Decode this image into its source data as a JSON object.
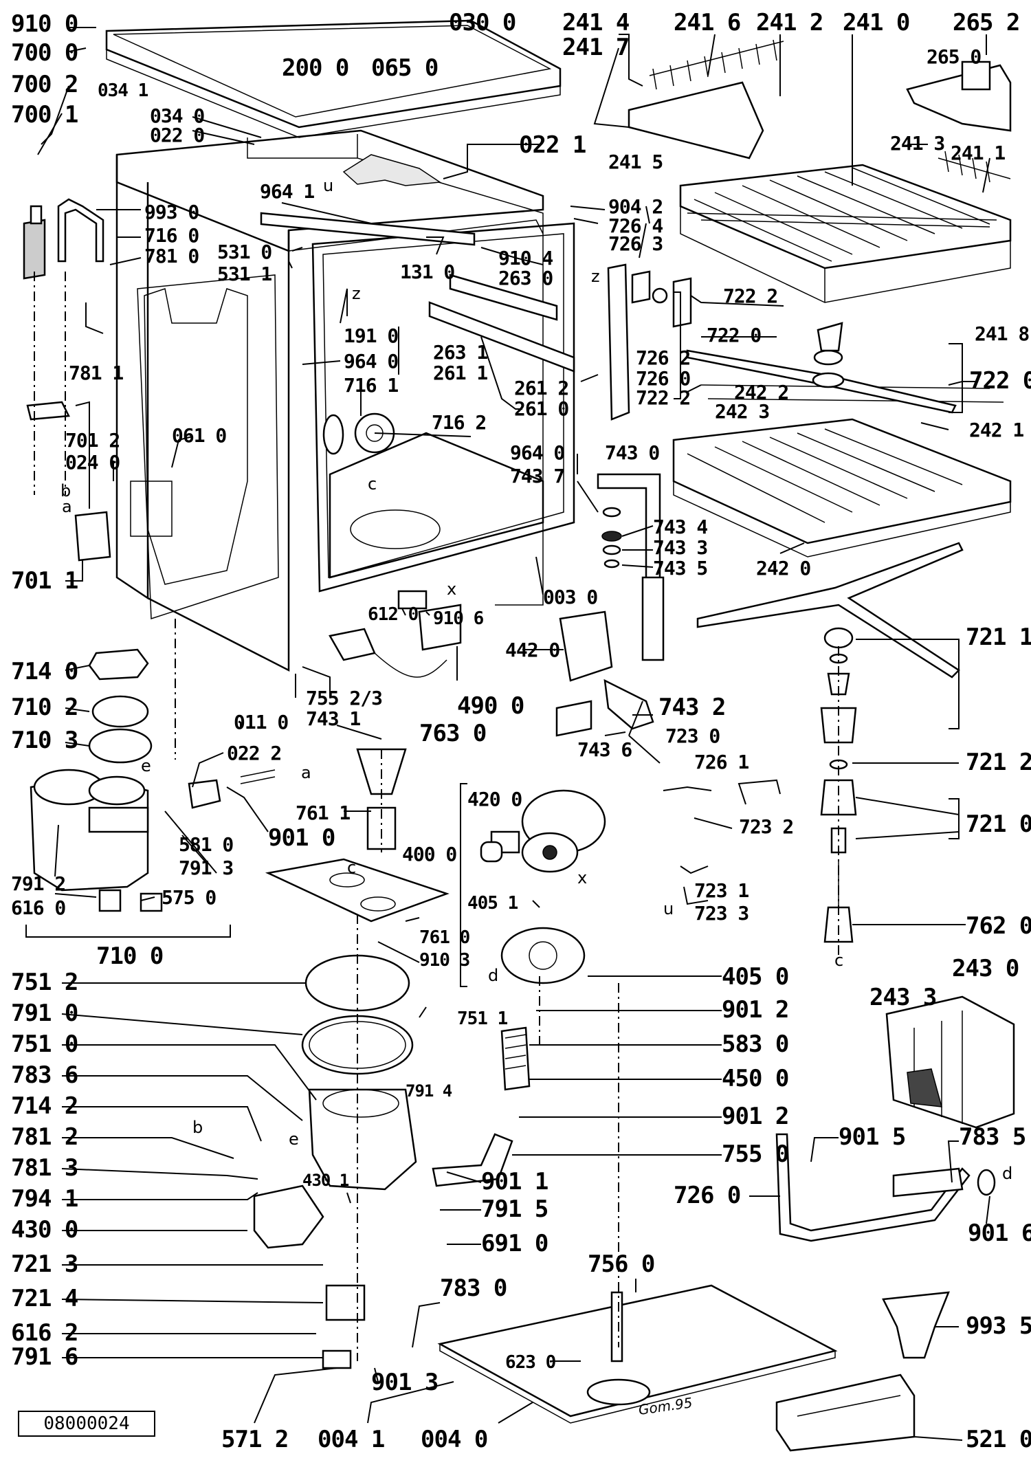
{
  "document_number": "08000024",
  "signature": "Gom.95",
  "small_letters": [
    "a",
    "b",
    "c",
    "d",
    "e",
    "u",
    "x",
    "z"
  ],
  "callouts": {
    "c910_0": "910 0",
    "c700_0": "700 0",
    "c034_1": "034 1",
    "c030_0": "030 0",
    "c200_0": "200 0",
    "c065_0": "065 0",
    "c700_2": "700 2",
    "c700_1": "700 1",
    "c034_0": "034 0",
    "c022_0": "022 0",
    "c022_1": "022 1",
    "c241_4": "241 4",
    "c241_7": "241 7",
    "c241_6": "241 6",
    "c241_2": "241 2",
    "c241_0": "241 0",
    "c265_2": "265 2",
    "c265_0": "265 0",
    "c993_0": "993 0",
    "c716_0": "716 0",
    "c781_0": "781 0",
    "c964_1": "964 1",
    "c531_0": "531 0",
    "c531_1": "531 1",
    "c131_0": "131 0",
    "c910_4": "910 4",
    "c263_0": "263 0",
    "c241_5": "241 5",
    "c904_2": "904 2",
    "c726_4": "726 4",
    "c726_3": "726 3",
    "c241_3": "241 3",
    "c241_1": "241 1",
    "c781_1": "781 1",
    "c191_0": "191 0",
    "c964_0a": "964 0",
    "c716_1": "716 1",
    "c263_1": "263 1",
    "c261_1": "261 1",
    "c261_2": "261 2",
    "c261_0": "261 0",
    "c722_2a": "722 2",
    "c722_0a": "722 0",
    "c241_8": "241 8",
    "c726_2": "726 2",
    "c726_0a": "726 0",
    "c722_2b": "722 2",
    "c722_0b": "722 0",
    "c242_2": "242 2",
    "c242_3": "242 3",
    "c242_1": "242 1",
    "c701_2": "701 2",
    "c024_0": "024 0",
    "c061_0": "061 0",
    "c716_2": "716 2",
    "c964_0b": "964 0",
    "c743_0": "743 0",
    "c743_7": "743 7",
    "c743_4": "743 4",
    "c743_3": "743 3",
    "c743_5": "743 5",
    "c242_0": "242 0",
    "c701_1": "701 1",
    "c003_0": "003 0",
    "c612_0": "612 0",
    "c910_6": "910 6",
    "c721_1": "721 1",
    "c714_0": "714 0",
    "c442_0": "442 0",
    "c710_2": "710 2",
    "c755_23": "755 2/3",
    "c743_1": "743 1",
    "c490_0": "490 0",
    "c011_0": "011 0",
    "c743_2": "743 2",
    "c710_3": "710 3",
    "c022_2": "022 2",
    "c763_0": "763 0",
    "c743_6": "743 6",
    "c723_0": "723 0",
    "c726_1": "726 1",
    "c721_2": "721 2",
    "c420_0": "420 0",
    "c761_1": "761 1",
    "c901_0": "901 0",
    "c400_0": "400 0",
    "c723_2": "723 2",
    "c721_0": "721 0",
    "c581_0": "581 0",
    "c791_3": "791 3",
    "c791_2": "791 2",
    "c616_0": "616 0",
    "c575_0": "575 0",
    "c405_1": "405 1",
    "c723_1": "723 1",
    "c723_3": "723 3",
    "c762_0": "762 0",
    "c710_0": "710 0",
    "c761_0": "761 0",
    "c910_3": "910 3",
    "c243_0": "243 0",
    "c243_3": "243 3",
    "c405_0": "405 0",
    "c751_2": "751 2",
    "c901_2a": "901 2",
    "c791_0": "791 0",
    "c751_1": "751 1",
    "c583_0": "583 0",
    "c751_0": "751 0",
    "c450_0": "450 0",
    "c783_6": "783 6",
    "c714_2": "714 2",
    "c791_4": "791 4",
    "c901_2b": "901 2",
    "c781_2": "781 2",
    "c901_5": "901 5",
    "c783_5": "783 5",
    "c755_0": "755 0",
    "c781_3": "781 3",
    "c430_1": "430 1",
    "c901_1": "901 1",
    "c726_0b": "726 0",
    "c794_1": "794 1",
    "c791_5": "791 5",
    "c901_6": "901 6",
    "c430_0": "430 0",
    "c691_0": "691 0",
    "c721_3": "721 3",
    "c756_0": "756 0",
    "c721_4": "721 4",
    "c783_0": "783 0",
    "c993_5": "993 5",
    "c616_2": "616 2",
    "c623_0": "623 0",
    "c791_6": "791 6",
    "c901_3": "901 3",
    "c571_2": "571 2",
    "c004_1": "004 1",
    "c004_0": "004 0",
    "c521_0": "521 0"
  }
}
